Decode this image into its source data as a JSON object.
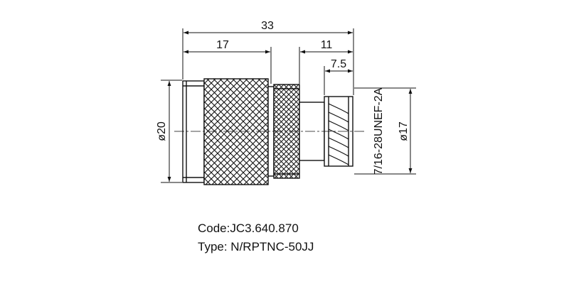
{
  "drawing": {
    "dimensions": {
      "overall_length": "33",
      "left_length": "17",
      "right_length": "11",
      "thread_length": "7.5",
      "left_diameter": "ø20",
      "right_diameter": "ø17",
      "thread_spec": "7/16-28UNEF-2A"
    },
    "info": {
      "code_line": "Code:JC3.640.870",
      "type_line": "Type: N/RPTNC-50JJ"
    },
    "colors": {
      "line": "#111111",
      "background": "#ffffff"
    }
  }
}
